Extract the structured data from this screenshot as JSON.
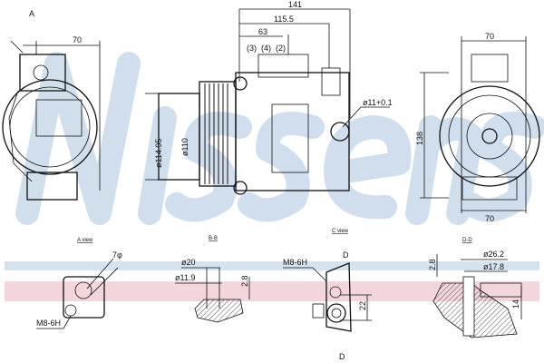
{
  "watermark": {
    "text": "Nissens",
    "color": "#c9d9ea",
    "stripe_blue": "#d6e2ee",
    "stripe_red": "#f2d6dc"
  },
  "views": {
    "left": {
      "marker": "A",
      "width": "70"
    },
    "side": {
      "total_length": "141",
      "length_2": "115.5",
      "length_3": "63",
      "callout_1": "(3)",
      "callout_2": "(4)",
      "callout_3": "(2)",
      "port_dia": "ø11+0.1",
      "pulley_outer": "ø114.95",
      "pulley_inner": "ø110"
    },
    "right": {
      "width_top": "70",
      "height": "138",
      "width_bottom": "70"
    }
  },
  "details": {
    "a_view": {
      "title": "A view",
      "angle": "7φ",
      "thread": "M8-6H"
    },
    "b_b": {
      "title": "B-B",
      "dia_1": "ø20",
      "dia_2": "ø11.9",
      "depth": "2.8"
    },
    "c_view": {
      "title": "C view",
      "thread": "M8-6H",
      "height": "22",
      "section_top": "D",
      "section_bottom": "D"
    },
    "d_d": {
      "title": "D-D",
      "dia_1": "ø26.2",
      "dia_2": "ø17.8",
      "depth": "2.8",
      "height": "14"
    }
  }
}
